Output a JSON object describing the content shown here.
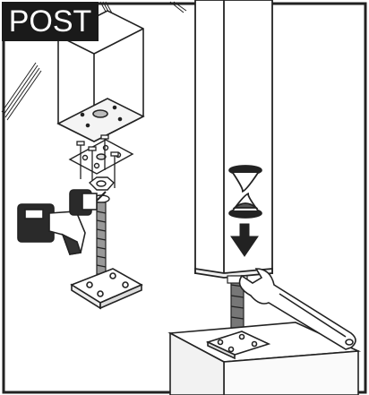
{
  "header": {
    "title": "POST"
  },
  "colors": {
    "badge_bg": "#1a1a1a",
    "badge_text": "#ffffff",
    "line": "#222222",
    "drill_accent": "#f2f2f2"
  },
  "steps": [
    {
      "label": "",
      "tools": [
        "cordless-drill-icon"
      ],
      "parts": [
        "base-plate",
        "anchor-bolts",
        "threaded-rod",
        "nut"
      ]
    },
    {
      "label": "",
      "tools": [
        "adjustable-wrench-icon"
      ],
      "indicators": [
        "hourglass-icon",
        "down-arrow-icon"
      ]
    }
  ]
}
